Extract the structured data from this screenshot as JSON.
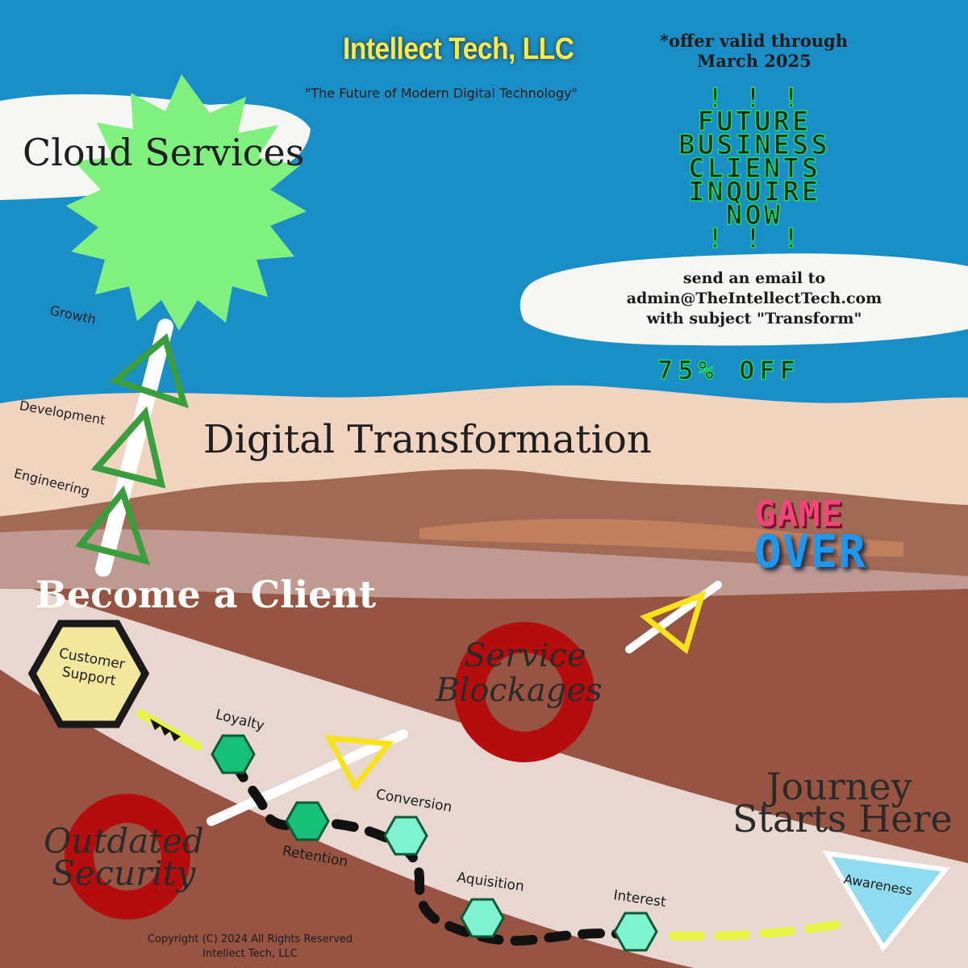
{
  "header": {
    "company": "Intellect Tech, LLC",
    "tagline": "\"The Future of Modern Digital Technology\""
  },
  "offer": {
    "validity_line1": "*offer valid through",
    "validity_line2": "March 2025",
    "promo_lines": [
      "! ! !",
      "FUTURE",
      "BUSINESS",
      "CLIENTS",
      "INQUIRE",
      "NOW",
      "! ! !"
    ],
    "email_line1": "send an email to",
    "email_line2": "admin@TheIntellectTech.com",
    "email_line3": "with subject \"Transform\"",
    "discount": "75% OFF"
  },
  "headings": {
    "cloud_services": "Cloud Services",
    "digital_transformation": "Digital Transformation",
    "become_client": "Become a Client",
    "journey_line1": "Journey",
    "journey_line2": "Starts Here"
  },
  "growth_stages": [
    "Growth",
    "Development",
    "Engineering"
  ],
  "customer_support": [
    "Customer",
    "Support"
  ],
  "funnel_stages": {
    "awareness": "Awareness",
    "interest": "Interest",
    "aquisition": "Aquisition",
    "conversion": "Conversion",
    "retention": "Retention",
    "loyalty": "Loyalty"
  },
  "obstacles": {
    "service_line1": "Service",
    "service_line2": "Blockages",
    "security_line1": "Outdated",
    "security_line2": "Security"
  },
  "game_over": {
    "line1": "GAME",
    "line2": "OVER"
  },
  "copyright": {
    "line1": "Copyright (C) 2024 All Rights Reserved",
    "line2": "Intellect Tech, LLC"
  },
  "colors": {
    "sky": "#1a8fc7",
    "sand_light": "#f0d4c0",
    "sand_mid": "#a06a55",
    "ground": "#985443",
    "path": "#e8d6d0",
    "sun": "#80f07e",
    "hex_support": "#f2e79c",
    "hex_stage_dark": "#16c078",
    "hex_stage_light": "#7ff2cf",
    "awareness": "#8fdcf0",
    "obstacle_ring": "#b50d0d",
    "arrow_yellow": "#f7e31b",
    "dash_yellow": "#e6f543",
    "promo_green": "#1fd86a",
    "company_yellow": "#f5ea4e"
  }
}
